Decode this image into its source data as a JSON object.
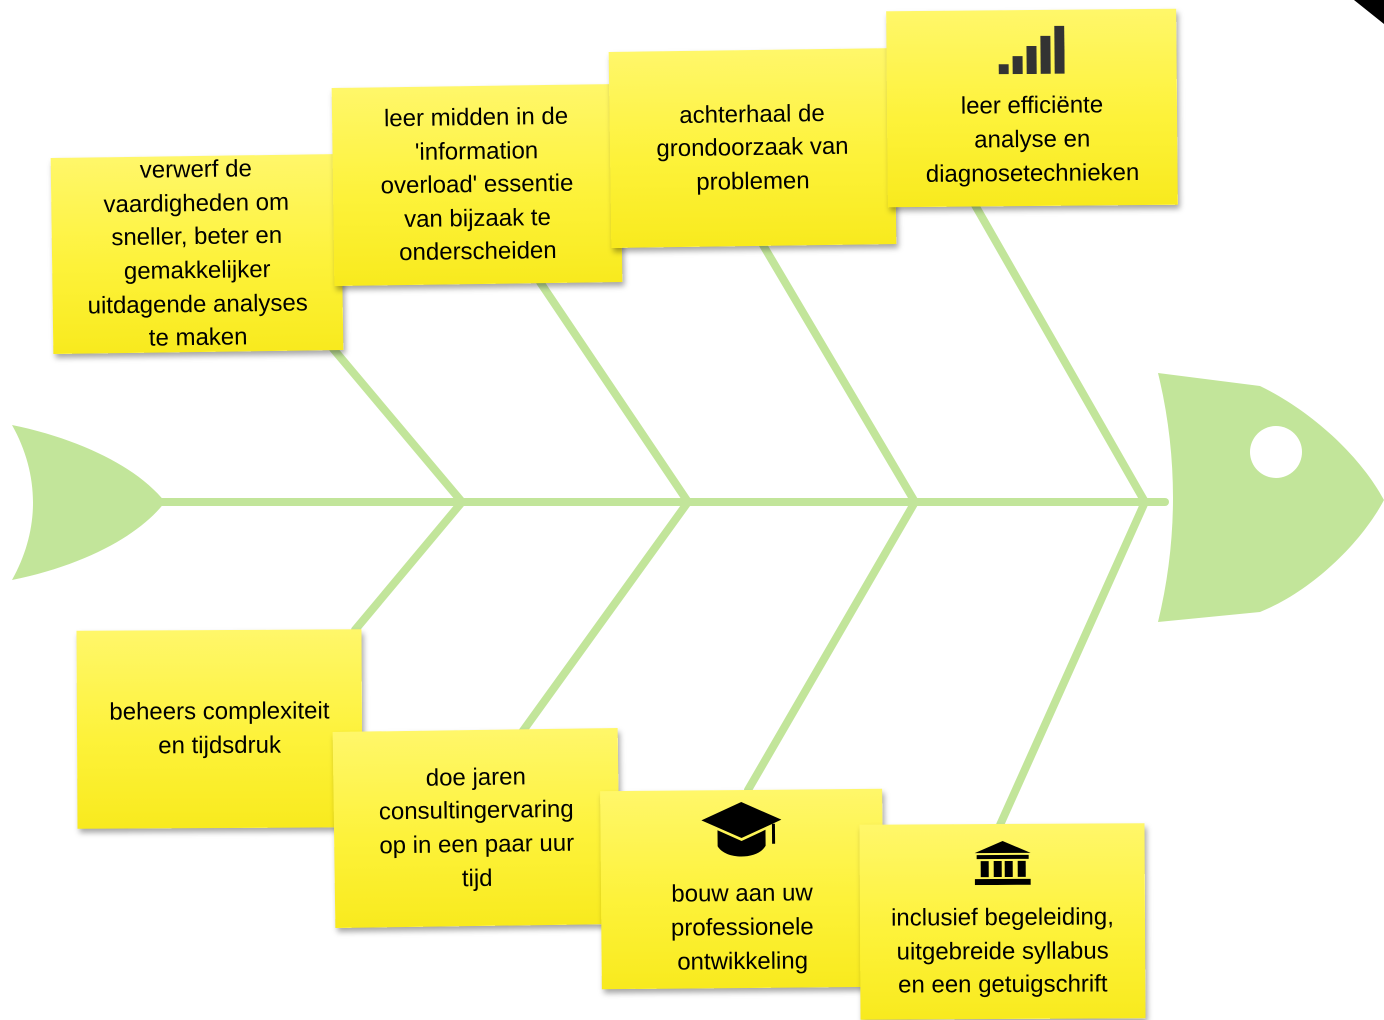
{
  "colors": {
    "bone": "#c2e59a",
    "note": "#fdf23a",
    "eye": "#ffffff"
  },
  "notes": {
    "top1": {
      "text": "verwerf de\nvaardigheden om\nsneller, beter en\ngemakkelijker\nuitdagende analyses\nte maken"
    },
    "top2": {
      "text": "leer midden in de\n'information\noverload' essentie\nvan bijzaak te\nonderscheiden"
    },
    "top3": {
      "text": "achterhaal de\ngrondoorzaak van\nproblemen"
    },
    "top4": {
      "text": "leer efficiënte\nanalyse en\ndiagnosetechnieken",
      "icon": "signal-bars-icon"
    },
    "bot1": {
      "text": "beheers complexiteit\nen tijdsdruk"
    },
    "bot2": {
      "text": "doe jaren\nconsultingervaring\nop in een paar uur\ntijd"
    },
    "bot3": {
      "text": "bouw aan uw\nprofessionele\nontwikkeling",
      "icon": "graduation-cap-icon"
    },
    "bot4": {
      "text": "inclusief begeleiding,\nuitgebreide syllabus\nen een getuigschrift",
      "icon": "institution-icon"
    }
  }
}
